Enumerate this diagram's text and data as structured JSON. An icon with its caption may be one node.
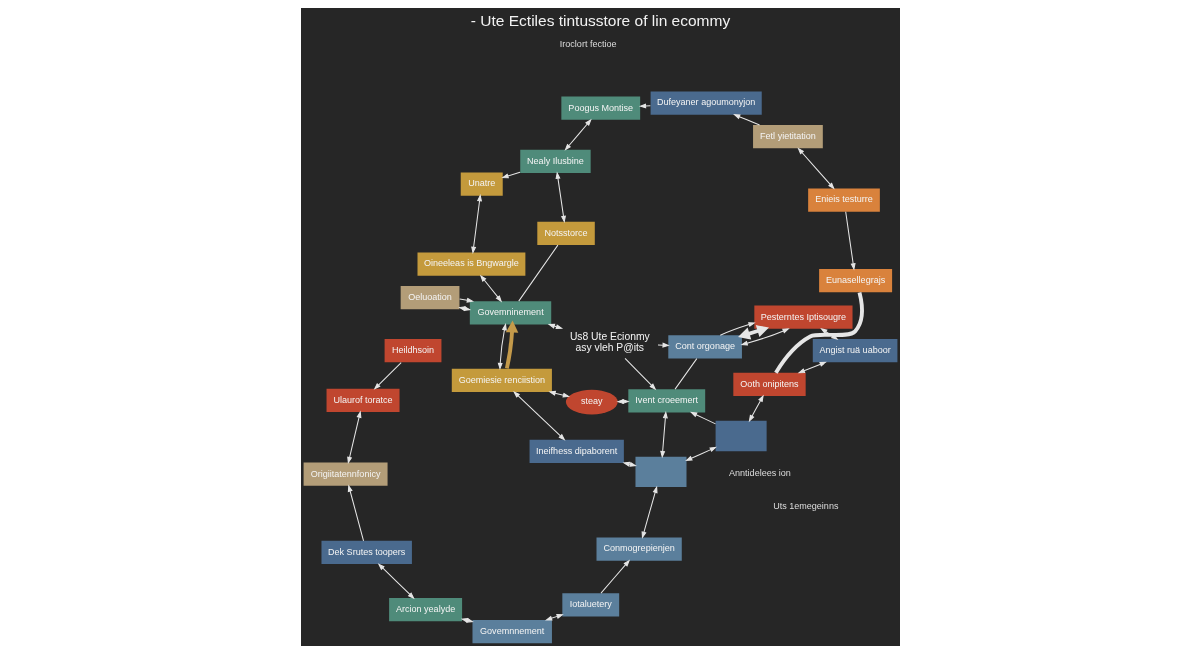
{
  "diagram": {
    "title": "- Ute Ectiles tintusstore of lin ecommy",
    "nodes": [
      {
        "text": [
          "Oineeleas is Bngwargle"
        ]
      },
      {
        "text": [
          "Ulaurof toratce"
        ]
      },
      {
        "text": [
          "Unatre"
        ]
      },
      {
        "text": [
          "Origiitatennfonicy"
        ]
      },
      {
        "text": [
          "Heildhsoin"
        ]
      },
      {
        "text": [
          "Notsstorce"
        ]
      },
      {
        "text": [
          "Nealy Ilusbine"
        ]
      },
      {
        "text": [
          "Dek Srutes toopers"
        ]
      },
      {
        "text": [
          "Govemninement"
        ]
      },
      {
        "text": [
          "Arcion yealyde"
        ]
      },
      {
        "text": [
          "Poogus Montise"
        ]
      },
      {
        "text": [
          "Oeluoation"
        ]
      },
      {
        "text": [
          "Goemiesie renciistion"
        ]
      },
      {
        "text": [
          "Dufeyaner agoumonyjon"
        ]
      },
      {
        "text": [
          "Pesterntes Iptisougre"
        ]
      },
      {
        "text": [
          "Us8 Ute Ecionmy",
          "asy vleh P@its"
        ]
      },
      {
        "text": [
          "Govemnnement"
        ]
      },
      {
        "text": [
          "steay"
        ]
      },
      {
        "text": [
          "Fetl yietitation"
        ]
      },
      {
        "text": [
          "Ineifhess dipaborent"
        ]
      },
      {
        "text": [
          "Angist ruä uaboor"
        ]
      },
      {
        "text": [
          "Iotaluetery"
        ]
      },
      {
        "text": [
          "Cont orgonage"
        ]
      },
      {
        "text": [
          "Ivent croeemert"
        ]
      },
      {
        "text": [
          "Enieis testurre"
        ]
      },
      {
        "text": [
          "Conmogrepienjen"
        ]
      },
      {
        "text": [],
        "shape": "box"
      },
      {
        "text": [],
        "shape": "box"
      },
      {
        "text": [
          "Ooth onipitens"
        ]
      },
      {
        "text": [
          "Eunasellegrajs"
        ]
      }
    ],
    "edges": [
      {
        "from": 0,
        "to": 8,
        "arrow": "both"
      },
      {
        "from": 0,
        "to": 2,
        "arrow": "both"
      },
      {
        "from": 1,
        "to": 3,
        "arrow": "both"
      },
      {
        "from": 4,
        "to": 1,
        "arrow": "to"
      },
      {
        "from": 7,
        "to": 3,
        "arrow": "to"
      },
      {
        "from": 7,
        "to": 9,
        "arrow": "both"
      },
      {
        "from": 9,
        "to": 16,
        "arrow": "both"
      },
      {
        "from": 16,
        "to": 21,
        "arrow": "both"
      },
      {
        "from": 21,
        "to": 25,
        "arrow": "to"
      },
      {
        "from": 25,
        "to": 26,
        "arrow": "both"
      },
      {
        "from": 19,
        "to": 26,
        "arrow": "both"
      },
      {
        "from": 12,
        "to": 19,
        "arrow": "both"
      },
      {
        "from": 12,
        "to": 17,
        "arrow": "both"
      },
      {
        "from": 12,
        "to": 8,
        "arrow": "both"
      },
      {
        "from": 12,
        "to": 8,
        "arrow": "to",
        "style": "thick",
        "color": "#c49a4a"
      },
      {
        "from": 8,
        "to": 15,
        "arrow": "both"
      },
      {
        "from": 15,
        "to": 23,
        "arrow": "to"
      },
      {
        "from": 5,
        "to": 8,
        "arrow": "none"
      },
      {
        "from": 5,
        "to": 6,
        "arrow": "both"
      },
      {
        "from": 6,
        "to": 2,
        "arrow": "to"
      },
      {
        "from": 6,
        "to": 10,
        "arrow": "both"
      },
      {
        "from": 13,
        "to": 10,
        "arrow": "to"
      },
      {
        "from": 18,
        "to": 13,
        "arrow": "to"
      },
      {
        "from": 18,
        "to": 24,
        "arrow": "both"
      },
      {
        "from": 24,
        "to": 29,
        "arrow": "to"
      },
      {
        "from": 28,
        "to": 29,
        "arrow": "none",
        "style": "thick"
      },
      {
        "from": 20,
        "to": 28,
        "arrow": "both"
      },
      {
        "from": 14,
        "to": 20,
        "arrow": "both"
      },
      {
        "from": 8,
        "to": 11,
        "arrow": "both"
      },
      {
        "from": 11,
        "to": 8,
        "arrow": "to"
      },
      {
        "from": 22,
        "to": 14,
        "arrow": "to"
      },
      {
        "from": 14,
        "to": 22,
        "arrow": "both"
      },
      {
        "from": 22,
        "to": 14,
        "arrow": "both",
        "style": "thick"
      },
      {
        "from": 23,
        "to": 22,
        "arrow": "none"
      },
      {
        "from": 15,
        "to": 22,
        "arrow": "to"
      },
      {
        "from": 17,
        "to": 23,
        "arrow": "both"
      },
      {
        "from": 26,
        "to": 23,
        "arrow": "both"
      },
      {
        "from": 26,
        "to": 27,
        "arrow": "both"
      },
      {
        "from": 27,
        "to": 23,
        "arrow": "to"
      },
      {
        "from": 28,
        "to": 27,
        "arrow": "both"
      }
    ],
    "labels": [
      "Iroclort fectioe",
      "Anntidelees ion",
      "Uts 1emegeinns"
    ]
  }
}
